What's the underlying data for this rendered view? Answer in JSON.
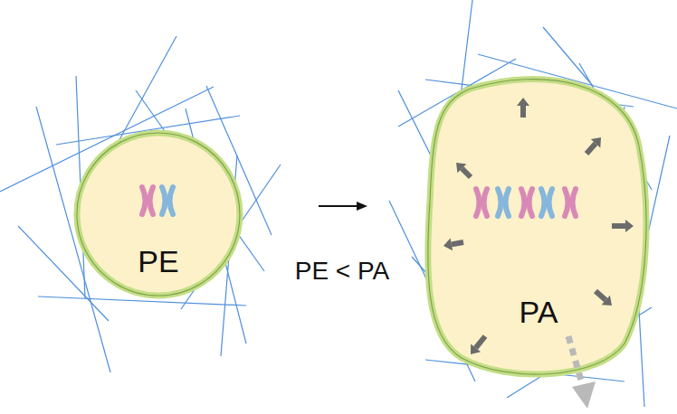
{
  "diagram": {
    "nodes": [
      {
        "text": [
          "PE"
        ]
      },
      {
        "text": [
          "PA"
        ]
      }
    ],
    "edges": [
      {
        "from": 0,
        "to": 1,
        "arrow": "to"
      }
    ],
    "labels": [
      "PE < PA"
    ]
  }
}
